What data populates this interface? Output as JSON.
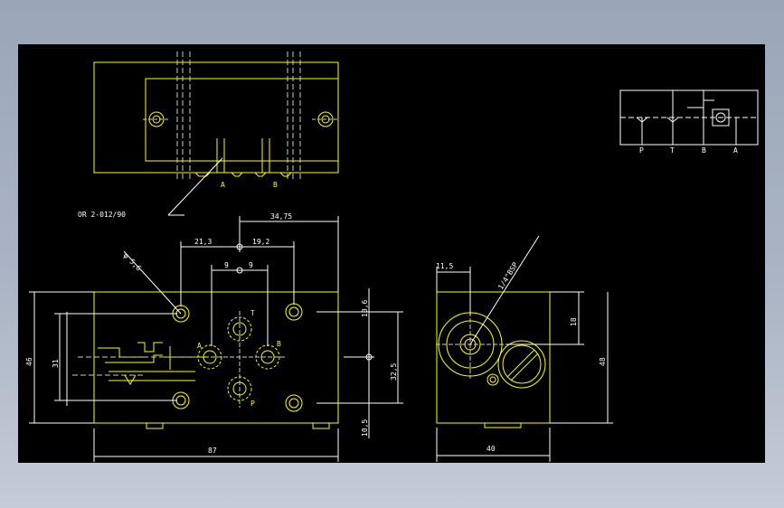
{
  "colors": {
    "part": "#ffff00",
    "dim": "#ffffff",
    "center": "#cccccc",
    "background": "#000000"
  },
  "top_view": {
    "port_a": "A",
    "port_b": "B"
  },
  "seal_note": "OR 2-012/90",
  "front_view": {
    "dims": {
      "d_34_75": "34,75",
      "d_21_3": "21,3",
      "d_19_2": "19,2",
      "d_9a": "9",
      "d_9b": "9",
      "d_hole": "φ 5,6",
      "d_10_6": "10,6",
      "d_32_5": "32,5",
      "d_10_5": "10,5",
      "d_46": "46",
      "d_31": "31",
      "d_87": "87"
    },
    "ports": {
      "t": "T",
      "a": "A",
      "b": "B",
      "p": "P"
    }
  },
  "side_view": {
    "dims": {
      "d_11_5": "11,5",
      "d_thread": "1/4\"BSP",
      "d_18": "18",
      "d_48": "48",
      "d_40": "40"
    }
  },
  "schematic": {
    "labels": [
      "P",
      "T",
      "B",
      "A"
    ]
  }
}
